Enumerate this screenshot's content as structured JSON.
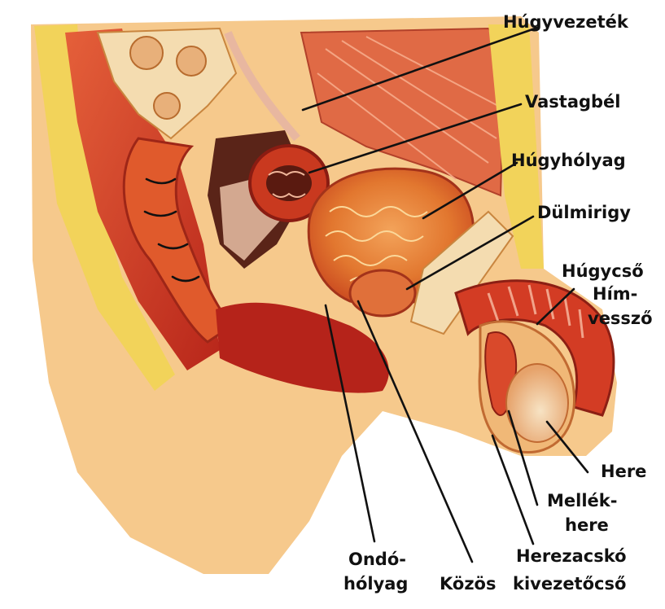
{
  "labels": {
    "ureter": "Húgyvezeték",
    "colon": "Vastagbél",
    "bladder": "Húgyhólyag",
    "prostate": "Dülmirigy",
    "urethra": "Húgycső",
    "penis_1": "Hím-",
    "penis_2": "vessző",
    "testis": "Here",
    "epididymis_1": "Mellék-",
    "epididymis_2": "here",
    "scrotum": "Herezacskó",
    "vesicle_1": "Ondó-",
    "vesicle_2": "hólyag",
    "duct_1": "Közös",
    "duct_2": "kivezetőcső"
  },
  "colors": {
    "skin": "#f6c98c",
    "muscle": "#d9492b",
    "deep_red": "#b5231a",
    "organ": "#e8742f",
    "fat_yellow": "#f2d35a",
    "bone_cream": "#f4dcb0",
    "cavity": "#5a2418",
    "leader": "#111111"
  }
}
